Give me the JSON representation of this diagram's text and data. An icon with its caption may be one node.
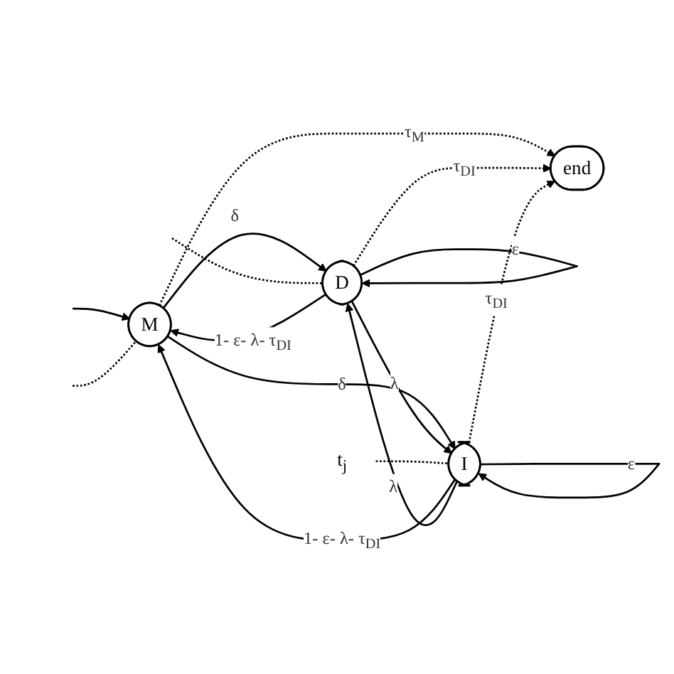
{
  "diagram": {
    "nodes": [
      {
        "text": [
          "M"
        ]
      },
      {
        "text": [
          "D"
        ]
      },
      {
        "text": [
          "I"
        ]
      },
      {
        "text": [
          "end"
        ]
      },
      {
        "text": [
          "t$_{j}$"
        ]
      }
    ],
    "edges": [
      {
        "from": 1,
        "to": 0,
        "arrow": "to",
        "label": "1- ε- λ- τ$_{DI}$"
      },
      {
        "from": 0,
        "to": 1,
        "arrow": "to",
        "label": "δ"
      },
      {
        "from": 0,
        "to": 2,
        "arrow": "to",
        "label": "δ"
      },
      {
        "from": 2,
        "to": 0,
        "arrow": "to",
        "label": "1- ε- λ- τ$_{DI}$"
      },
      {
        "from": 1,
        "to": 1,
        "arrow": "to",
        "label": "ε"
      },
      {
        "from": 2,
        "to": 2,
        "arrow": "to",
        "label": "ε"
      },
      {
        "from": 1,
        "to": 2,
        "arrow": "to",
        "label": "λ"
      },
      {
        "from": 2,
        "to": 1,
        "arrow": "to",
        "label": "λ"
      },
      {
        "from": 0,
        "to": 3,
        "arrow": "to",
        "label": "τ$_{M}$",
        "style": "dashed"
      },
      {
        "from": 1,
        "to": 3,
        "arrow": "to",
        "label": "τ$_{DI}$",
        "style": "dashed"
      },
      {
        "from": 2,
        "to": 3,
        "arrow": "to",
        "label": "τ$_{DI}$",
        "style": "dashed"
      },
      {
        "from": null,
        "to": 0,
        "arrow": "to"
      },
      {
        "from": null,
        "to": 0,
        "arrow": "none",
        "style": "dashed"
      },
      {
        "from": null,
        "to": 1,
        "arrow": "none",
        "style": "dashed"
      },
      {
        "from": 4,
        "to": 2,
        "arrow": "none",
        "style": "dashed"
      }
    ]
  }
}
